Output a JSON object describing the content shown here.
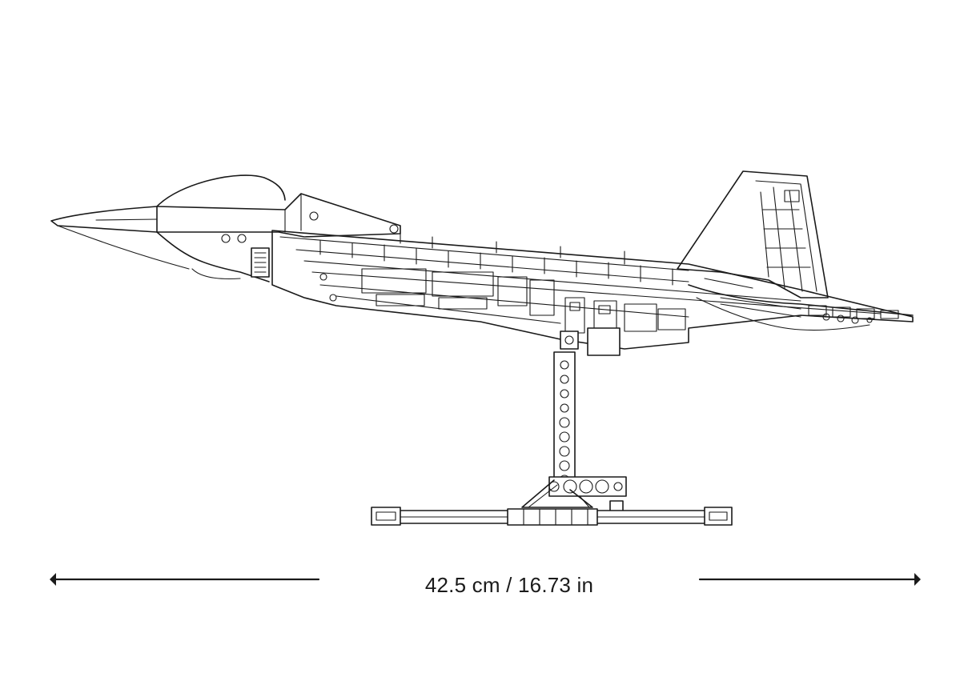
{
  "dimension": {
    "label": "42.5 cm / 16.73 in",
    "length_cm": 42.5,
    "length_in": 16.73
  },
  "colors": {
    "line": "#1a1a1a",
    "background": "#ffffff"
  },
  "icons": [
    "aircraft-model-outline",
    "display-stand",
    "dimension-arrow-left",
    "dimension-arrow-right"
  ]
}
